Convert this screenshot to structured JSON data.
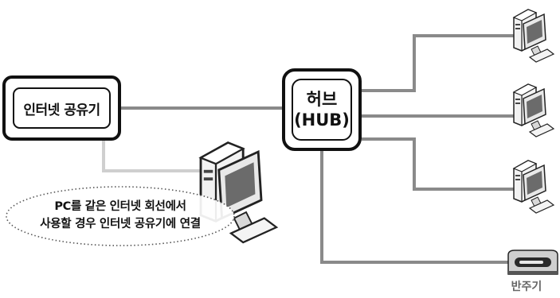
{
  "router": {
    "label": "인터넷 공유기"
  },
  "hub": {
    "line1": "허브",
    "line2": "(HUB)"
  },
  "note": {
    "line1": "PC를 같은 인터넷 회선에서",
    "line2": "사용할 경우 인터넷 공유기에 연결"
  },
  "amplifier": {
    "label": "반주기"
  },
  "icons": {
    "pc_1": "desktop-computer-icon",
    "pc_2": "desktop-computer-icon",
    "pc_3": "desktop-computer-icon",
    "pc_local": "desktop-computer-icon",
    "amplifier": "karaoke-amplifier-icon"
  },
  "colors": {
    "outline": "#111111",
    "line": "#8a8a8a",
    "light_line": "#cfcfcf",
    "label_gray": "#666666"
  }
}
